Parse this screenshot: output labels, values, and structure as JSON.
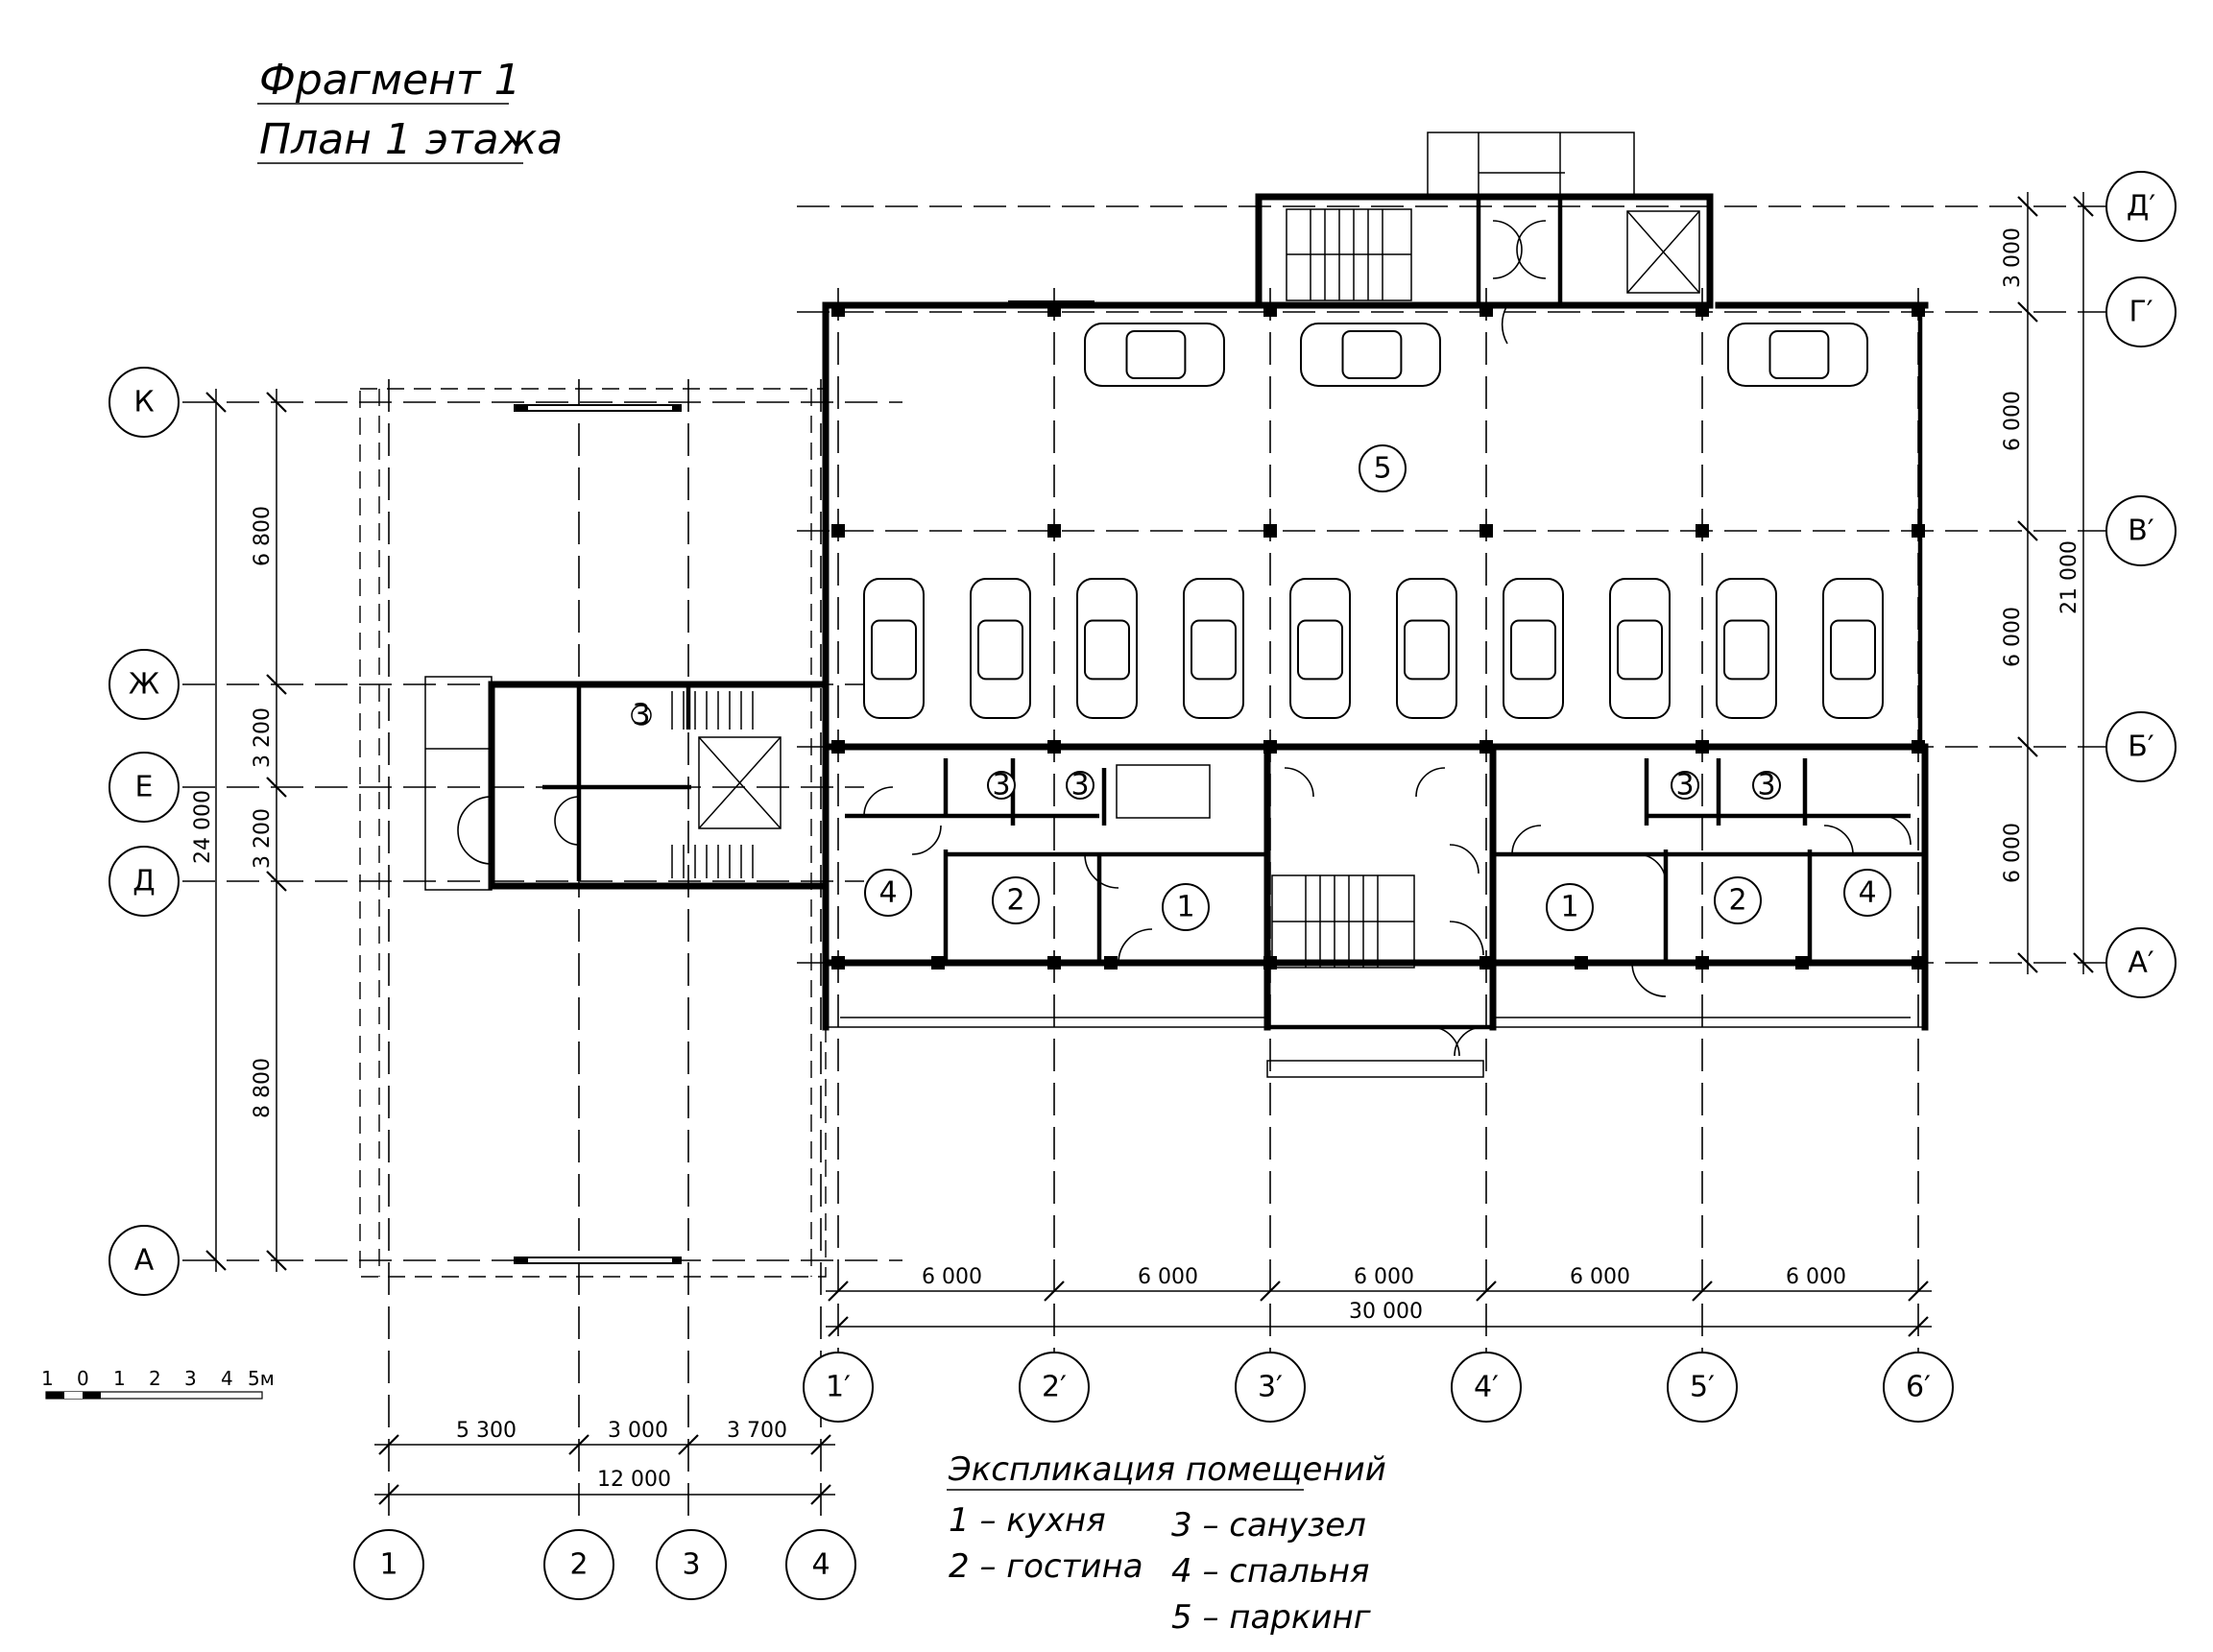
{
  "title": {
    "line1": "Фрагмент 1",
    "line2": "План 1 этажа"
  },
  "axes": {
    "left_rows": [
      "К",
      "Ж",
      "Е",
      "Д",
      "А"
    ],
    "right_rows": [
      "Д′",
      "Г′",
      "В′",
      "Б′",
      "А′"
    ],
    "bottom_left": [
      "1",
      "2",
      "3",
      "4"
    ],
    "bottom_right": [
      "1′",
      "2′",
      "3′",
      "4′",
      "5′",
      "6′"
    ]
  },
  "dimensions": {
    "left_total": "24 000",
    "left_segments": [
      "6 800",
      "3 200",
      "3 200",
      "8 800"
    ],
    "right_total": "21 000",
    "right_segments": [
      "3 000",
      "6 000",
      "6 000",
      "6 000"
    ],
    "bottom_right_segments": [
      "6 000",
      "6 000",
      "6 000",
      "6 000",
      "6 000"
    ],
    "bottom_right_total": "30 000",
    "bottom_left_segments": [
      "5 300",
      "3 000",
      "3 700"
    ],
    "bottom_left_total": "12 000"
  },
  "scale": {
    "labels": [
      "1",
      "0",
      "1",
      "2",
      "3",
      "4",
      "5м"
    ]
  },
  "rooms": {
    "parking": "5",
    "left_unit": [
      "4",
      "2",
      "1"
    ],
    "right_unit": [
      "1",
      "2",
      "4"
    ],
    "bath": [
      "3",
      "3",
      "3",
      "3",
      "3"
    ]
  },
  "legend": {
    "title": "Экспликация помещений",
    "items": [
      "1 – кухня",
      "2 – гостина",
      "3 – санузел",
      "4 – спальня",
      "5 – паркинг"
    ]
  },
  "icons": [
    "car-icon",
    "stair-icon",
    "elevator-icon",
    "door-swing-icon"
  ]
}
